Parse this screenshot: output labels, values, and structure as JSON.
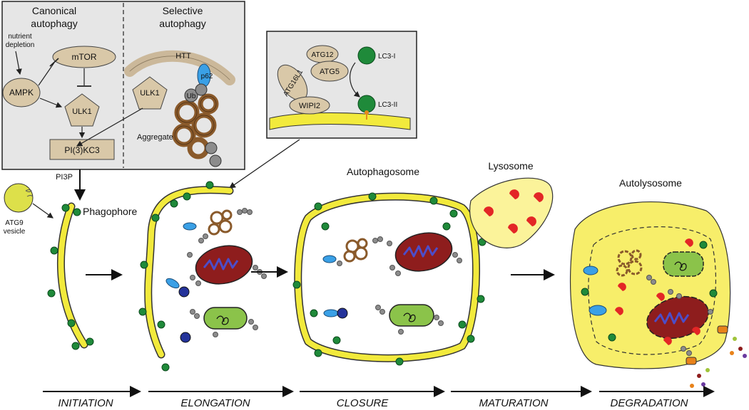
{
  "panels": {
    "canonical": {
      "title_line1": "Canonical",
      "title_line2": "autophagy",
      "nutrient_line1": "nutrient",
      "nutrient_line2": "depletion",
      "mtor": "mTOR",
      "ampk": "AMPK",
      "ulk1": "ULK1",
      "pi3kc3": "PI(3)KC3"
    },
    "selective": {
      "title_line1": "Selective",
      "title_line2": "autophagy",
      "htt": "HTT",
      "ulk1": "ULK1",
      "p62": "p62",
      "ub": "Ub",
      "aggregate": "Aggregate"
    },
    "lipidation": {
      "atg12": "ATG12",
      "atg5": "ATG5",
      "atg16l1": "ATG16L1",
      "wipi2": "WIPI2",
      "lc3_1": "LC3-I",
      "lc3_2": "LC3-II"
    }
  },
  "labels": {
    "pi3p": "PI3P",
    "atg9_line1": "ATG9",
    "atg9_line2": "vesicle",
    "phagophore": "Phagophore",
    "autophagosome": "Autophagosome",
    "lysosome": "Lysosome",
    "autolysosome": "Autolysosome"
  },
  "steps": [
    "INITIATION",
    "ELONGATION",
    "CLOSURE",
    "MATURATION",
    "DEGRADATION"
  ],
  "colors": {
    "panel_bg": "#e6e6e6",
    "protein": "#d9c8a8",
    "membrane": "#f2ea3c",
    "lumen": "#fbf39a",
    "lc3": "#1f8a3a",
    "mito": "#8e1d1d",
    "mito_inner": "#4d4dc8",
    "bacterium": "#8bc34a",
    "aggregate": "#8a5a2b",
    "ub": "#8c8c8c",
    "p62": "#3aa0e6",
    "hydrolase": "#e32626"
  }
}
